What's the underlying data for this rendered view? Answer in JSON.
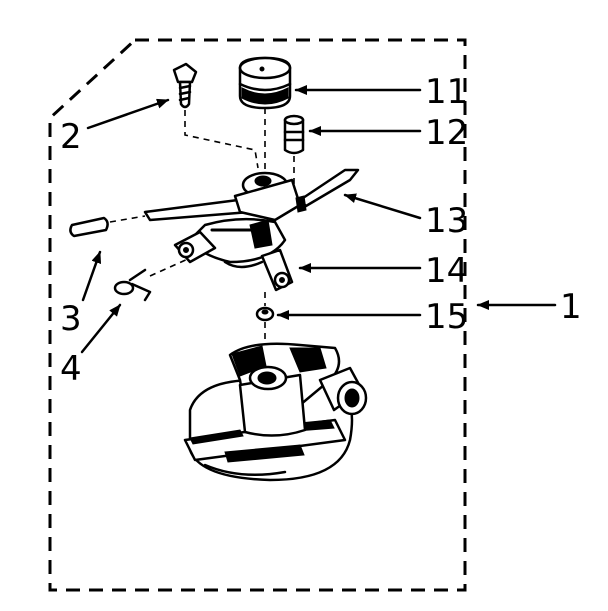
{
  "labels": {
    "l1": "1",
    "l2": "2",
    "l3": "3",
    "l4": "4",
    "l11": "11",
    "l12": "12",
    "l13": "13",
    "l14": "14",
    "l15": "15"
  }
}
